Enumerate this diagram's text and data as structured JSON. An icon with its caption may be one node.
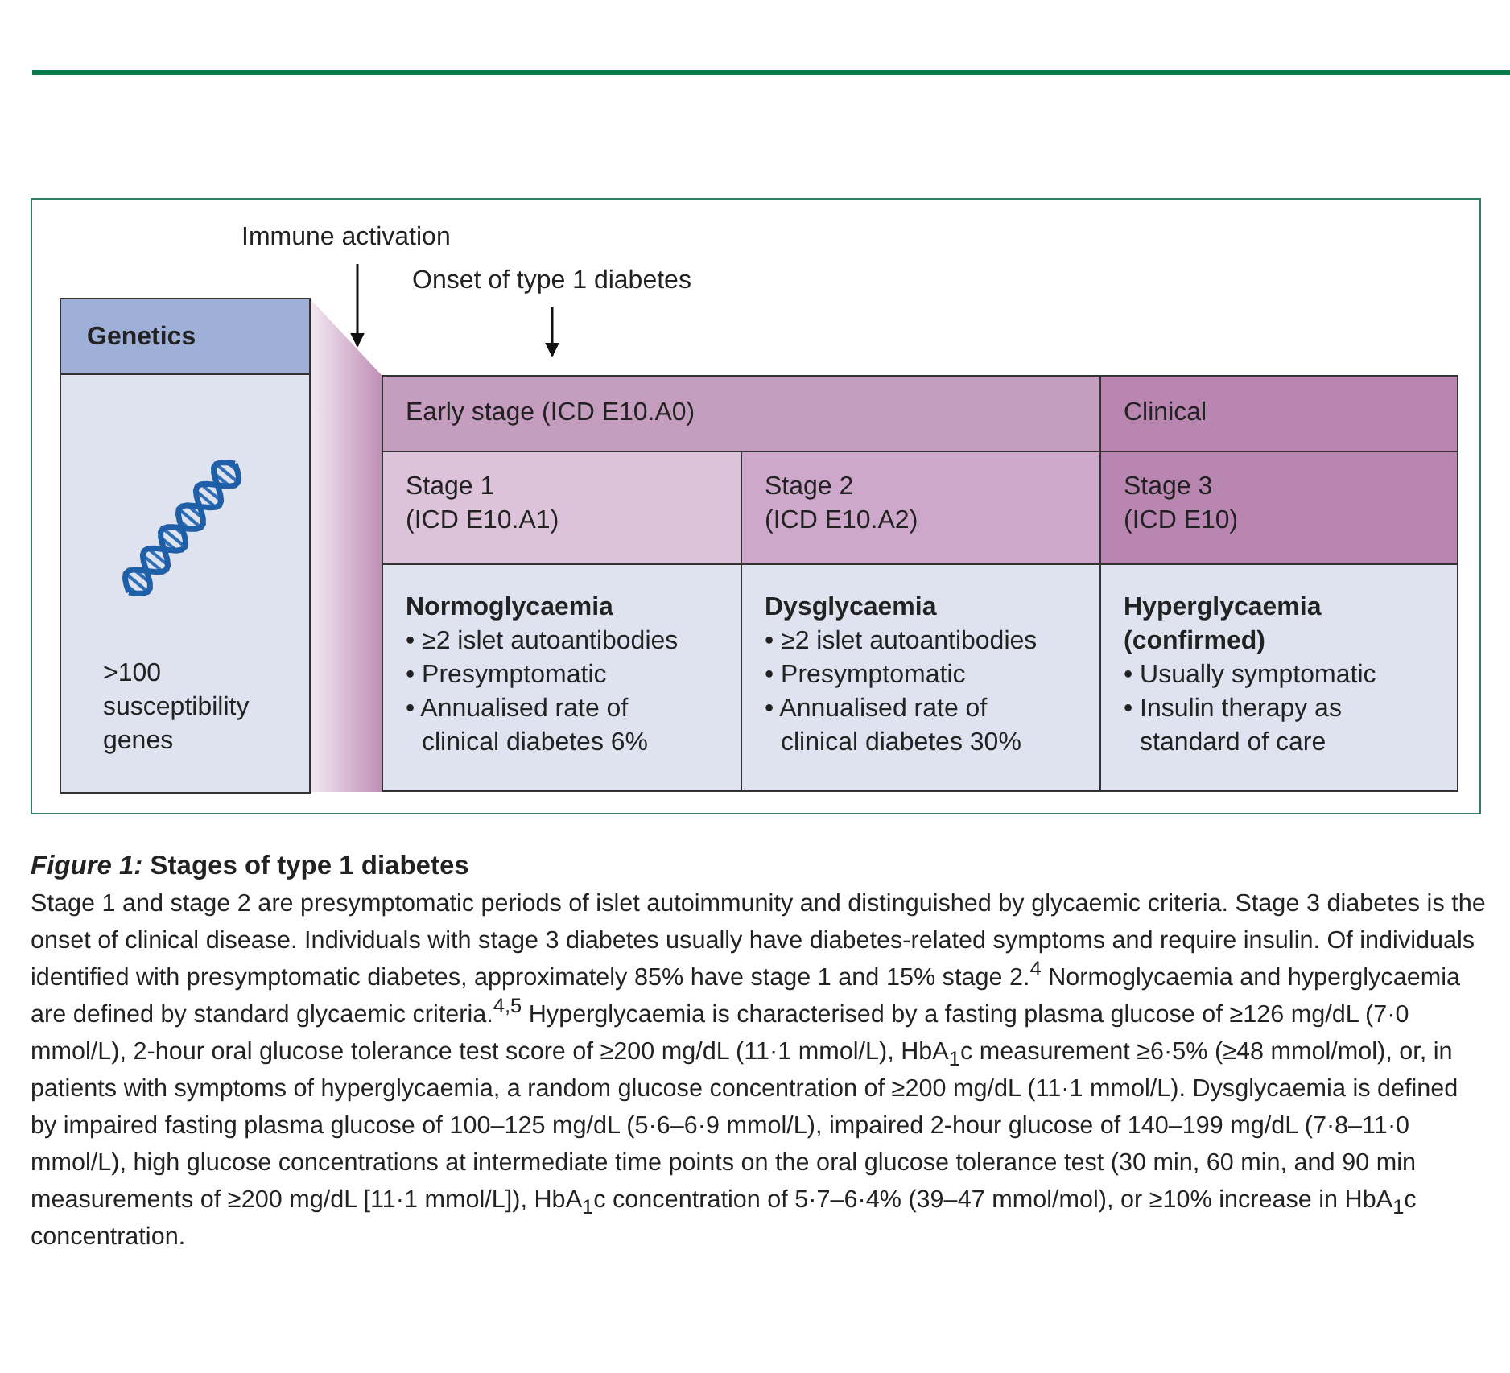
{
  "diagram": {
    "title": "*Figure 1:* Stages of type 1 diabetes",
    "caption": "Stage 1 and stage 2 are presymptomatic periods of islet autoimmunity and distinguished by glycaemic criteria. Stage 3 diabetes is the onset of clinical disease. Individuals with stage 3 diabetes usually have diabetes-related symptoms and require insulin. Of individuals identified with presymptomatic diabetes, approximately 85% have stage 1 and 15% stage 2.$^{4}$ Normoglycaemia and hyperglycaemia are defined by standard glycaemic criteria.$^{4,5}$ Hyperglycaemia is characterised by a fasting plasma glucose of ≥126 mg/dL (7·0 mmol/L), 2-hour oral glucose tolerance test score of ≥200 mg/dL (11·1 mmol/L), HbA$_{1}$c measurement ≥6·5% (≥48 mmol/mol), or, in patients with symptoms of hyperglycaemia, a random glucose concentration of ≥200 mg/dL (11·1 mmol/L). Dysglycaemia is defined by impaired fasting plasma glucose of 100–125 mg/dL (5·6–6·9 mmol/L), impaired 2-hour glucose of 140–199 mg/dL (7·8–11·0 mmol/L), high glucose concentrations at intermediate time points on the oral glucose tolerance test (30 min, 60 min, and 90 min measurements of ≥200 mg/dL [11·1 mmol/L]), HbA$_{1}$c concentration of 5·7–6·4% (39–47 mmol/mol), or ≥10% increase in HbA$_{1}$c concentration.",
    "nodes": [
      {
        "text": [
          "Genetics",
          ">100 susceptibility genes"
        ]
      },
      {
        "text": [
          "Immune activation"
        ]
      },
      {
        "text": [
          "Onset of type 1 diabetes"
        ]
      },
      {
        "text": [
          "Early stage (ICD E10.A0)"
        ]
      },
      {
        "text": [
          "Clinical"
        ]
      },
      {
        "text": [
          "Stage 1",
          "(ICD E10.A1)"
        ]
      },
      {
        "text": [
          "Stage 2",
          "(ICD E10.A2)"
        ]
      },
      {
        "text": [
          "Stage 3",
          "(ICD E10)"
        ]
      },
      {
        "text": [
          "Normoglycaemia",
          "• ≥2 islet autoantibodies",
          "• Presymptomatic",
          "• Annualised rate of clinical diabetes 6%"
        ]
      },
      {
        "text": [
          "Dysglycaemia",
          "• ≥2 islet autoantibodies",
          "• Presymptomatic",
          "• Annualised rate of clinical diabetes 30%"
        ]
      },
      {
        "text": [
          "Hyperglycaemia (confirmed)",
          "• Usually symptomatic",
          "• Insulin therapy as standard of care"
        ]
      },
      {
        "text": [],
        "shape": "band"
      }
    ],
    "edges": [
      {
        "from": 1,
        "to": 11,
        "arrow": "to"
      },
      {
        "from": 2,
        "to": 3,
        "arrow": "to"
      }
    ]
  }
}
